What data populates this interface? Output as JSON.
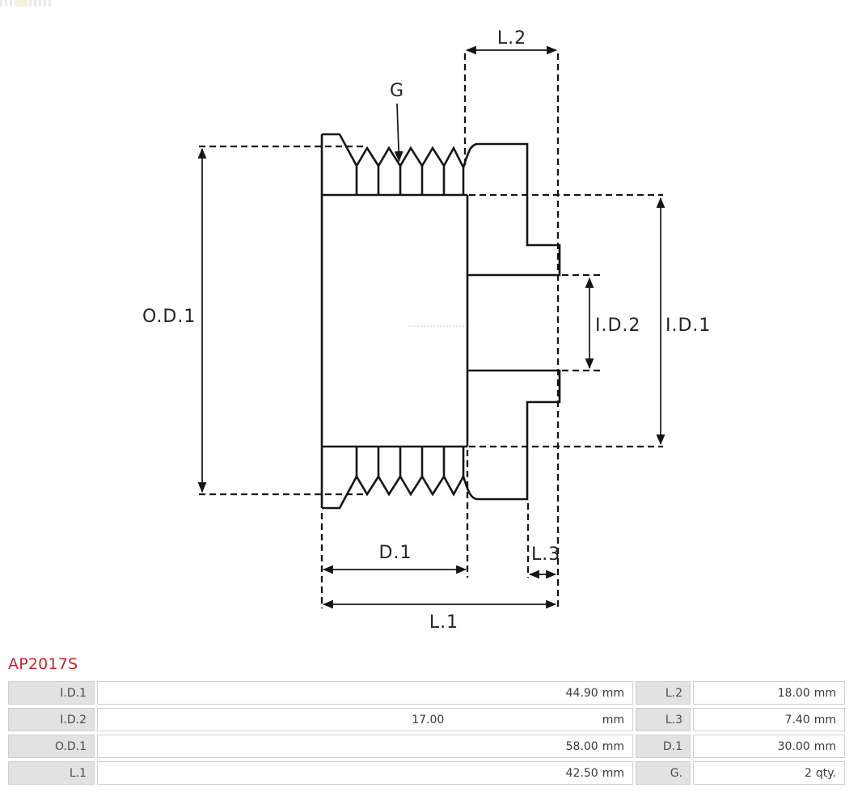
{
  "part_number": "AP2017S",
  "diagram": {
    "labels": {
      "l2": "L.2",
      "g": "G",
      "od1": "O.D.1",
      "id2": "I.D.2",
      "id1": "I.D.1",
      "d1": "D.1",
      "l3": "L.3",
      "l1": "L.1"
    }
  },
  "table": {
    "rows": [
      {
        "l_label": "I.D.1",
        "l_value": "44.90",
        "l_unit": "mm",
        "r_label": "L.2",
        "r_value": "18.00",
        "r_unit": "mm"
      },
      {
        "l_label": "I.D.2",
        "l_value": "17.00",
        "l_unit": "mm",
        "r_label": "L.3",
        "r_value": "7.40",
        "r_unit": "mm"
      },
      {
        "l_label": "O.D.1",
        "l_value": "58.00",
        "l_unit": "mm",
        "r_label": "D.1",
        "r_value": "30.00",
        "r_unit": "mm"
      },
      {
        "l_label": "L.1",
        "l_value": "42.50",
        "l_unit": "mm",
        "r_label": "G.",
        "r_value": "2",
        "r_unit": "qty."
      }
    ]
  },
  "colors": {
    "accent_red": "#c3272b",
    "line": "#151515",
    "label_cell_bg": "#e2e2e2"
  }
}
